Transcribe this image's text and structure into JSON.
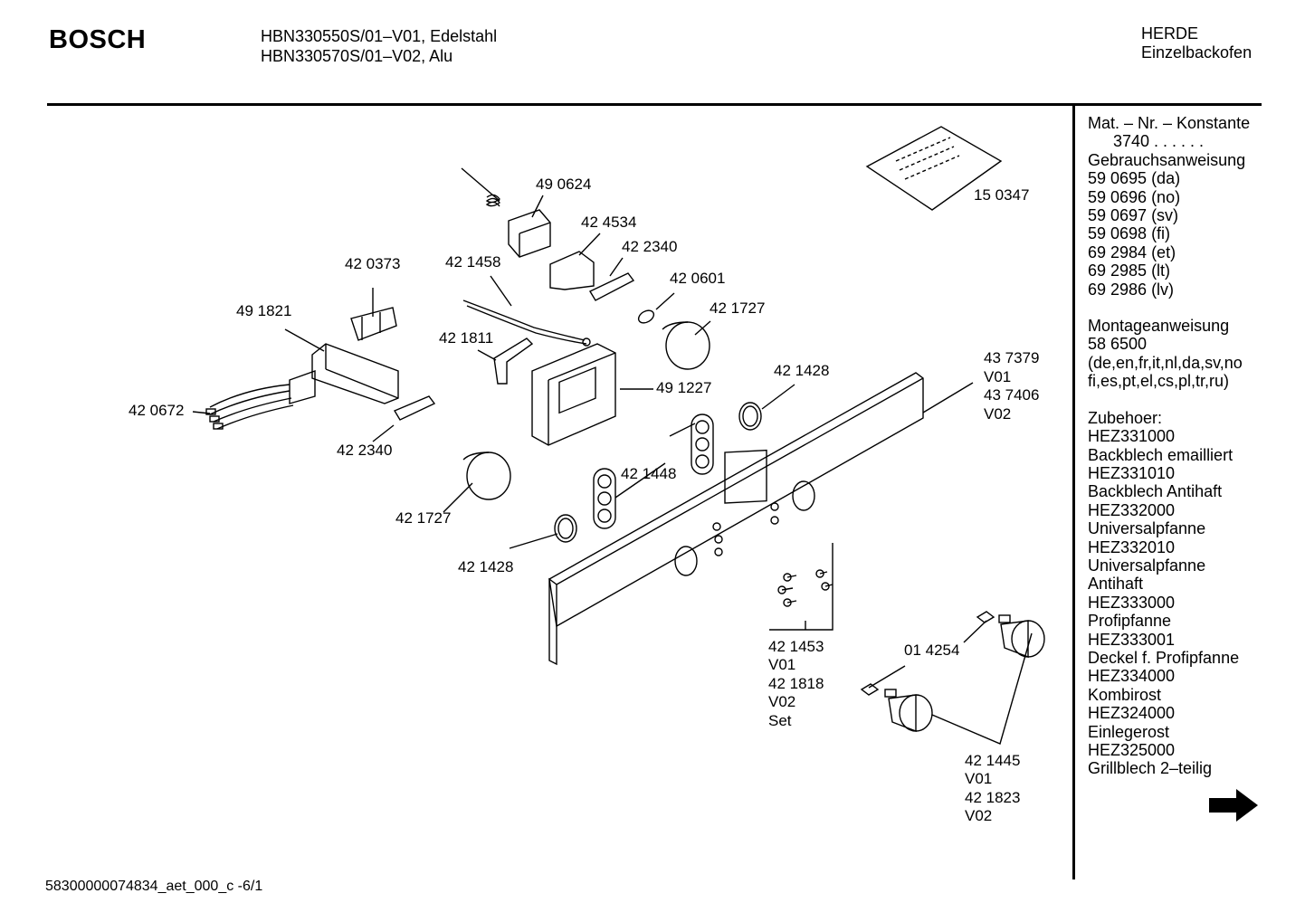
{
  "brand": "BOSCH",
  "models": [
    "HBN330550S/01–V01, Edelstahl",
    "HBN330570S/01–V02, Alu"
  ],
  "category": [
    "HERDE",
    "Einzelbackofen"
  ],
  "sidebar": {
    "mat_header": "Mat. – Nr. – Konstante",
    "mat_const": "3740  .  .  .  .  .  .",
    "lines_a": [
      "Gebrauchsanweisung",
      "59 0695 (da)",
      "59 0696 (no)",
      "59 0697 (sv)",
      "59 0698 (fi)",
      "69 2984 (et)",
      "69 2985 (lt)",
      "69 2986 (lv)"
    ],
    "lines_b": [
      "Montageanweisung",
      "58 6500",
      "(de,en,fr,it,nl,da,sv,no",
      "fi,es,pt,el,cs,pl,tr,ru)"
    ],
    "lines_c": [
      "Zubehoer:",
      "HEZ331000",
      "Backblech emailliert",
      "HEZ331010",
      "Backblech Antihaft",
      "HEZ332000",
      "Universalpfanne",
      "HEZ332010",
      "Universalpfanne",
      "Antihaft",
      "HEZ333000",
      "Profipfanne",
      "HEZ333001",
      "Deckel f. Profipfanne",
      "HEZ334000",
      "Kombirost",
      "HEZ324000",
      "Einlegerost",
      "HEZ325000",
      "Grillblech 2–teilig"
    ]
  },
  "parts": {
    "p490624": "49 0624",
    "p150347": "15 0347",
    "p424534": "42 4534",
    "p422340a": "42 2340",
    "p420373": "42 0373",
    "p421458": "42 1458",
    "p420601": "42 0601",
    "p491821": "49 1821",
    "p421727a": "42 1727",
    "p421811": "42 1811",
    "p437379": [
      "43 7379",
      "V01",
      "43 7406",
      "V02"
    ],
    "p421428a": "42 1428",
    "p491227": "49 1227",
    "p420672": "42 0672",
    "p422340b": "42 2340",
    "p421448": "42 1448",
    "p421727b": "42 1727",
    "p421428b": "42 1428",
    "p421453": [
      "42 1453",
      "V01",
      "42 1818",
      "V02",
      "Set"
    ],
    "p014254": "01 4254",
    "p421445": [
      "42 1445",
      "V01",
      "42 1823",
      "V02"
    ]
  },
  "footer": "58300000074834_aet_000_c -6/1",
  "icons": {
    "next": "arrow-right-icon"
  }
}
